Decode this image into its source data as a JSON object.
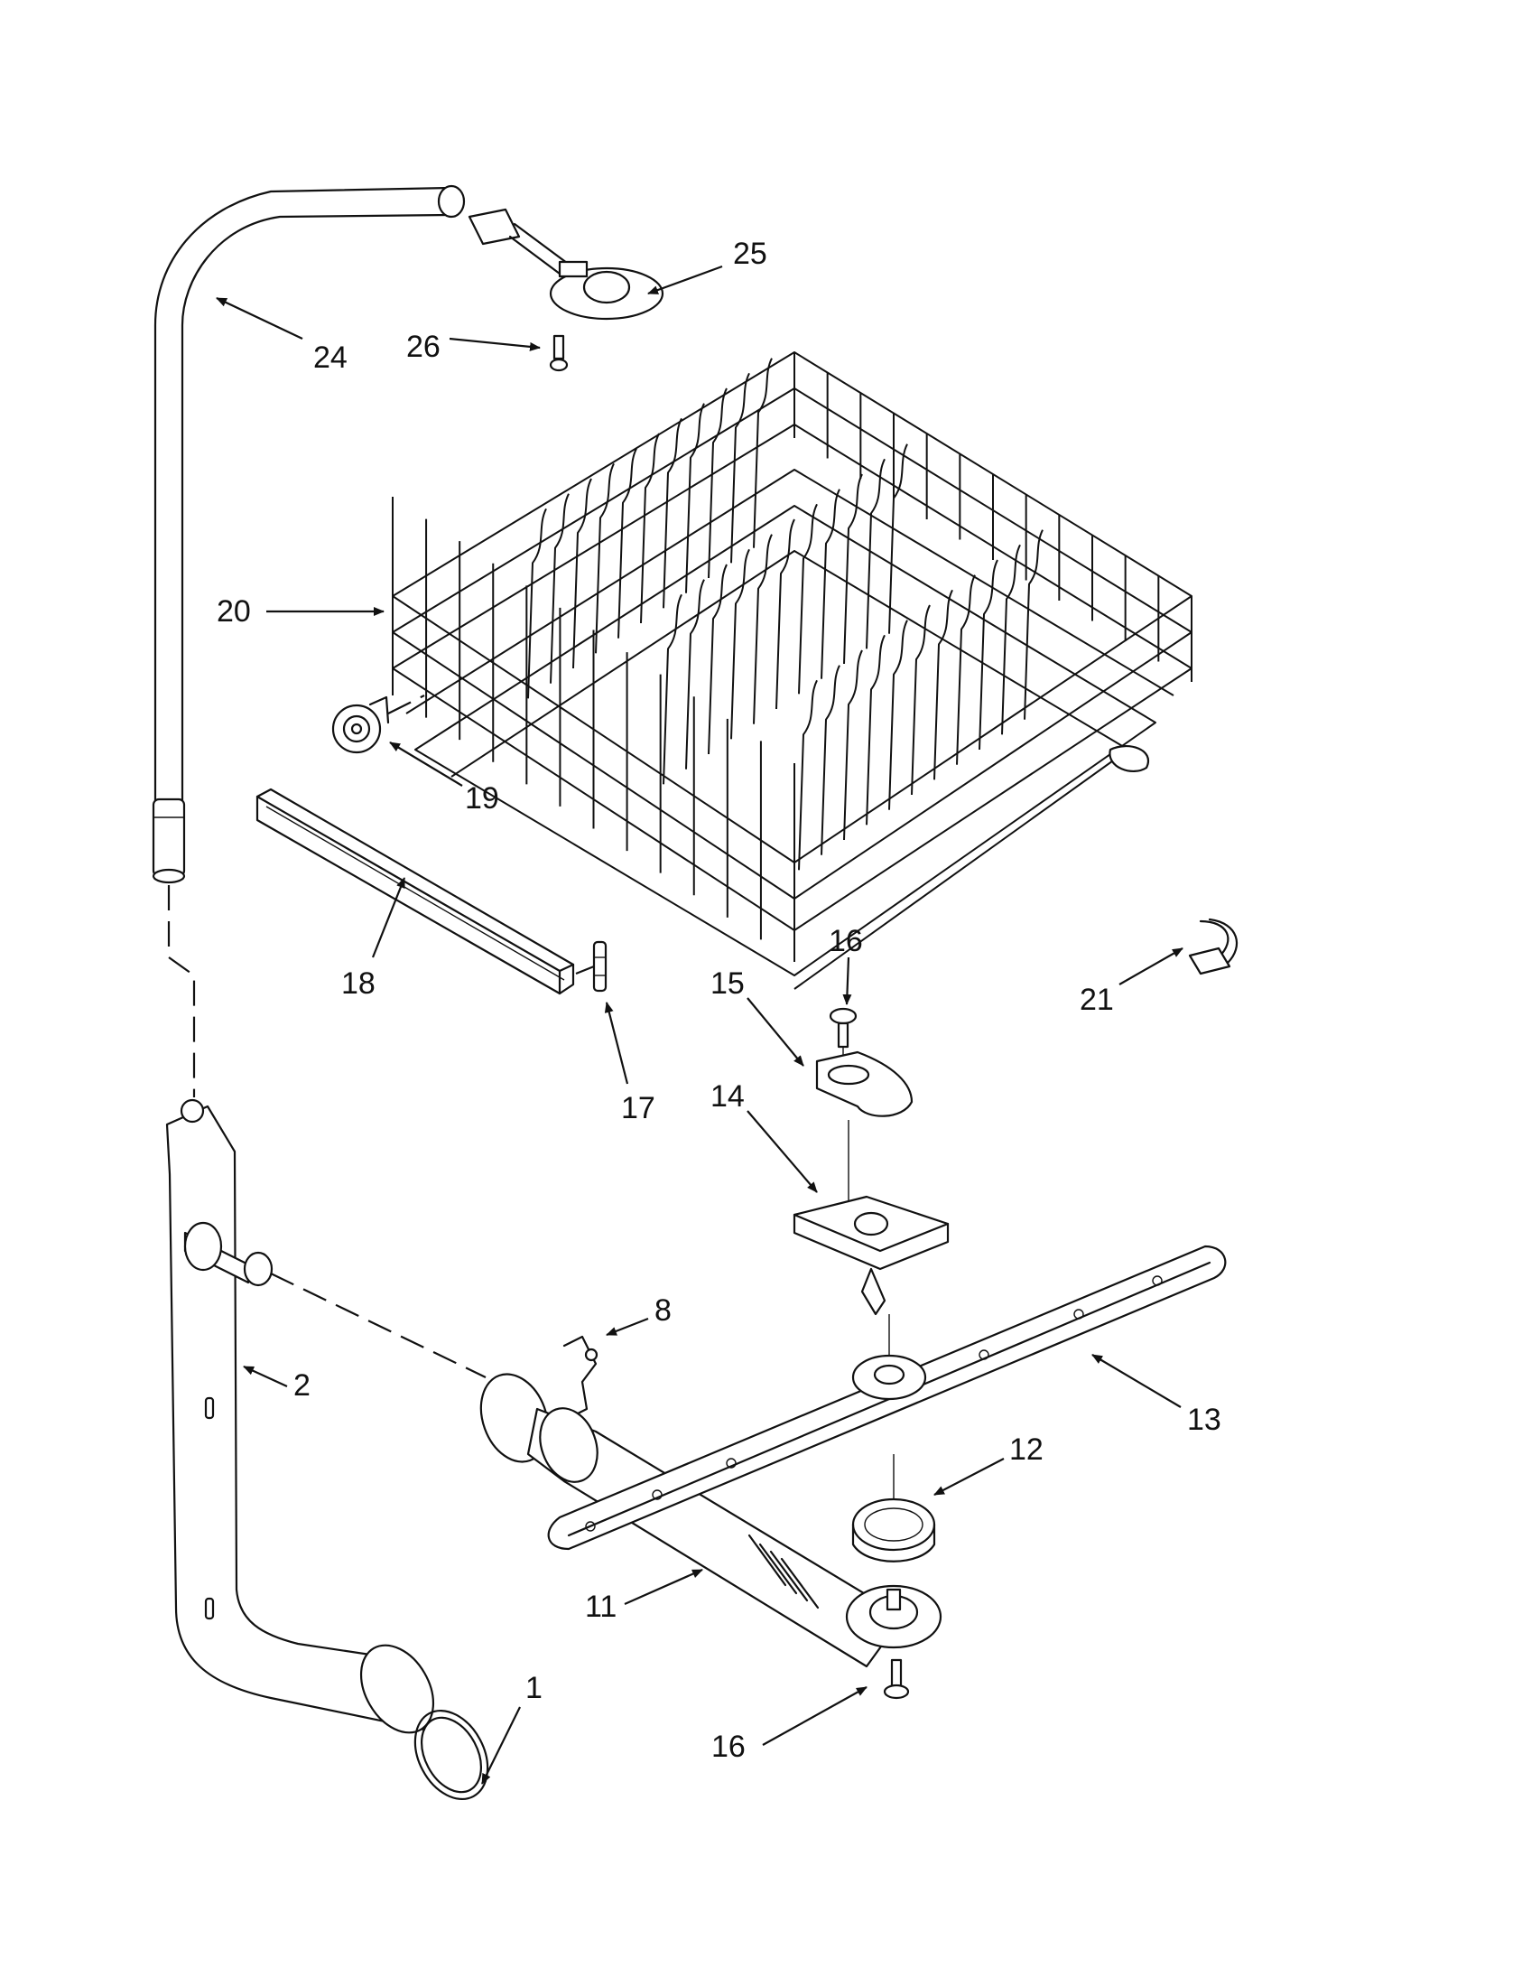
{
  "diagram": {
    "type": "exploded parts diagram",
    "callouts": [
      {
        "id": "c1",
        "label": "1"
      },
      {
        "id": "c2",
        "label": "2"
      },
      {
        "id": "c8",
        "label": "8"
      },
      {
        "id": "c11",
        "label": "11"
      },
      {
        "id": "c12",
        "label": "12"
      },
      {
        "id": "c13",
        "label": "13"
      },
      {
        "id": "c14",
        "label": "14"
      },
      {
        "id": "c15",
        "label": "15"
      },
      {
        "id": "c16a",
        "label": "16"
      },
      {
        "id": "c16b",
        "label": "16"
      },
      {
        "id": "c17",
        "label": "17"
      },
      {
        "id": "c18",
        "label": "18"
      },
      {
        "id": "c19",
        "label": "19"
      },
      {
        "id": "c20",
        "label": "20"
      },
      {
        "id": "c21",
        "label": "21"
      },
      {
        "id": "c24",
        "label": "24"
      },
      {
        "id": "c25",
        "label": "25"
      },
      {
        "id": "c26",
        "label": "26"
      }
    ]
  }
}
